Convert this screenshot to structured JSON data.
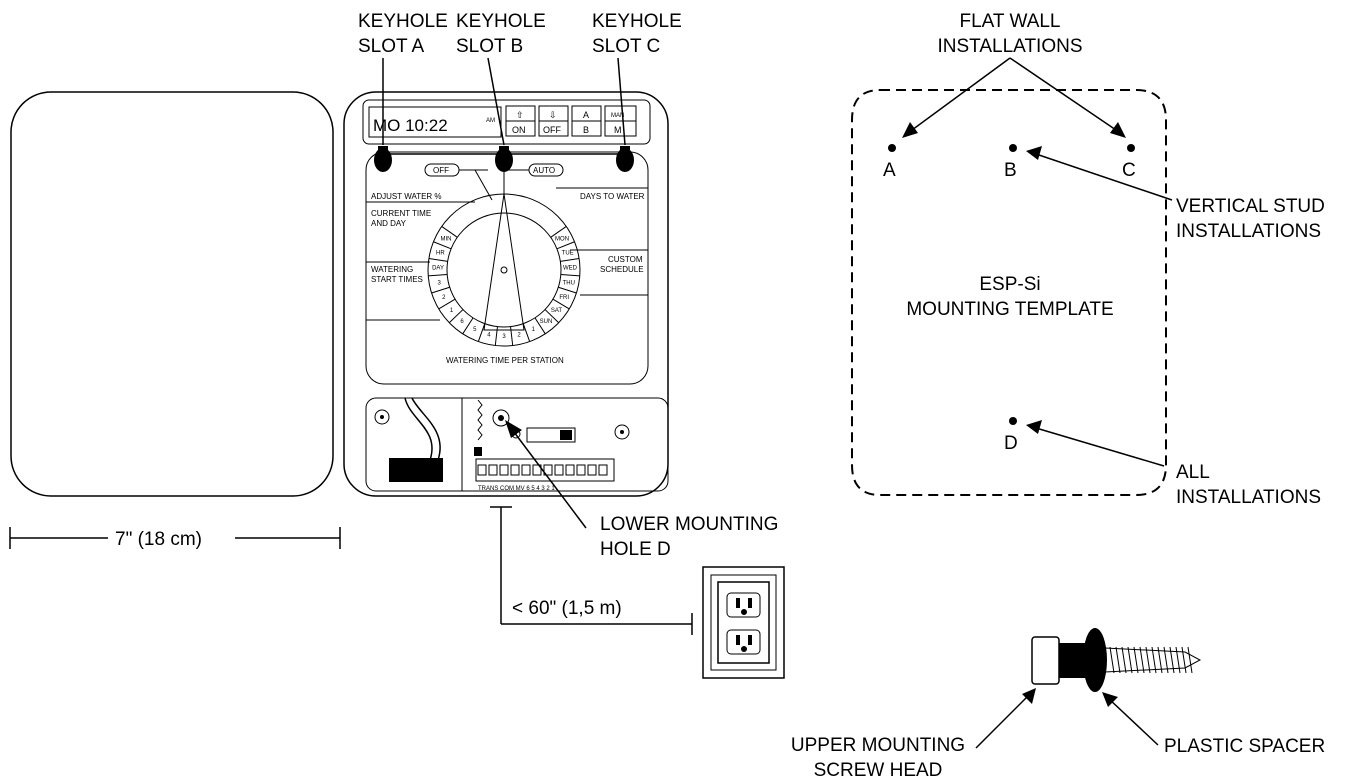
{
  "labels": {
    "keyhole_a": [
      "KEYHOLE",
      "SLOT A"
    ],
    "keyhole_b": [
      "KEYHOLE",
      "SLOT B"
    ],
    "keyhole_c": [
      "KEYHOLE",
      "SLOT C"
    ],
    "flat_wall": [
      "FLAT WALL",
      "INSTALLATIONS"
    ],
    "vertical_stud": [
      "VERTICAL STUD",
      "INSTALLATIONS"
    ],
    "all_installations": [
      "ALL",
      "INSTALLATIONS"
    ],
    "template_title": [
      "ESP-Si",
      "MOUNTING TEMPLATE"
    ],
    "lower_hole": [
      "LOWER MOUNTING",
      "HOLE D"
    ],
    "upper_screw": [
      "UPPER MOUNTING",
      "SCREW HEAD"
    ],
    "plastic_spacer": "PLASTIC SPACER",
    "width_dim": "7\" (18 cm)",
    "cord_dim": "< 60\" (1,5 m)",
    "hole_a": "A",
    "hole_b": "B",
    "hole_c": "C",
    "hole_d": "D"
  },
  "controller": {
    "display": "MO 10:22",
    "display_suffix": "AM",
    "buttons": [
      {
        "top": "⇧",
        "bottom": "ON"
      },
      {
        "top": "⇩",
        "bottom": "OFF"
      },
      {
        "top": "A",
        "bottom": "B"
      },
      {
        "top": "MAN",
        "bottom": "M"
      }
    ],
    "dial_off": "OFF",
    "dial_auto": "AUTO",
    "adjust": "ADJUST WATER %",
    "current_time": [
      "CURRENT TIME",
      "AND DAY"
    ],
    "watering_start": [
      "WATERING",
      "START TIMES"
    ],
    "days_to_water": "DAYS TO WATER",
    "custom_schedule": [
      "CUSTOM",
      "SCHEDULE"
    ],
    "watering_time": "WATERING TIME PER STATION",
    "dial_segments": [
      "MIN",
      "HR",
      "DAY",
      "3",
      "2",
      "1",
      "6",
      "5",
      "4",
      "3",
      "2",
      "1",
      "SUN",
      "SAT",
      "FRI",
      "THU",
      "WED",
      "TUE",
      "MON"
    ],
    "terminals": "TRANS COM MV 6 5 4 3 2 1"
  }
}
